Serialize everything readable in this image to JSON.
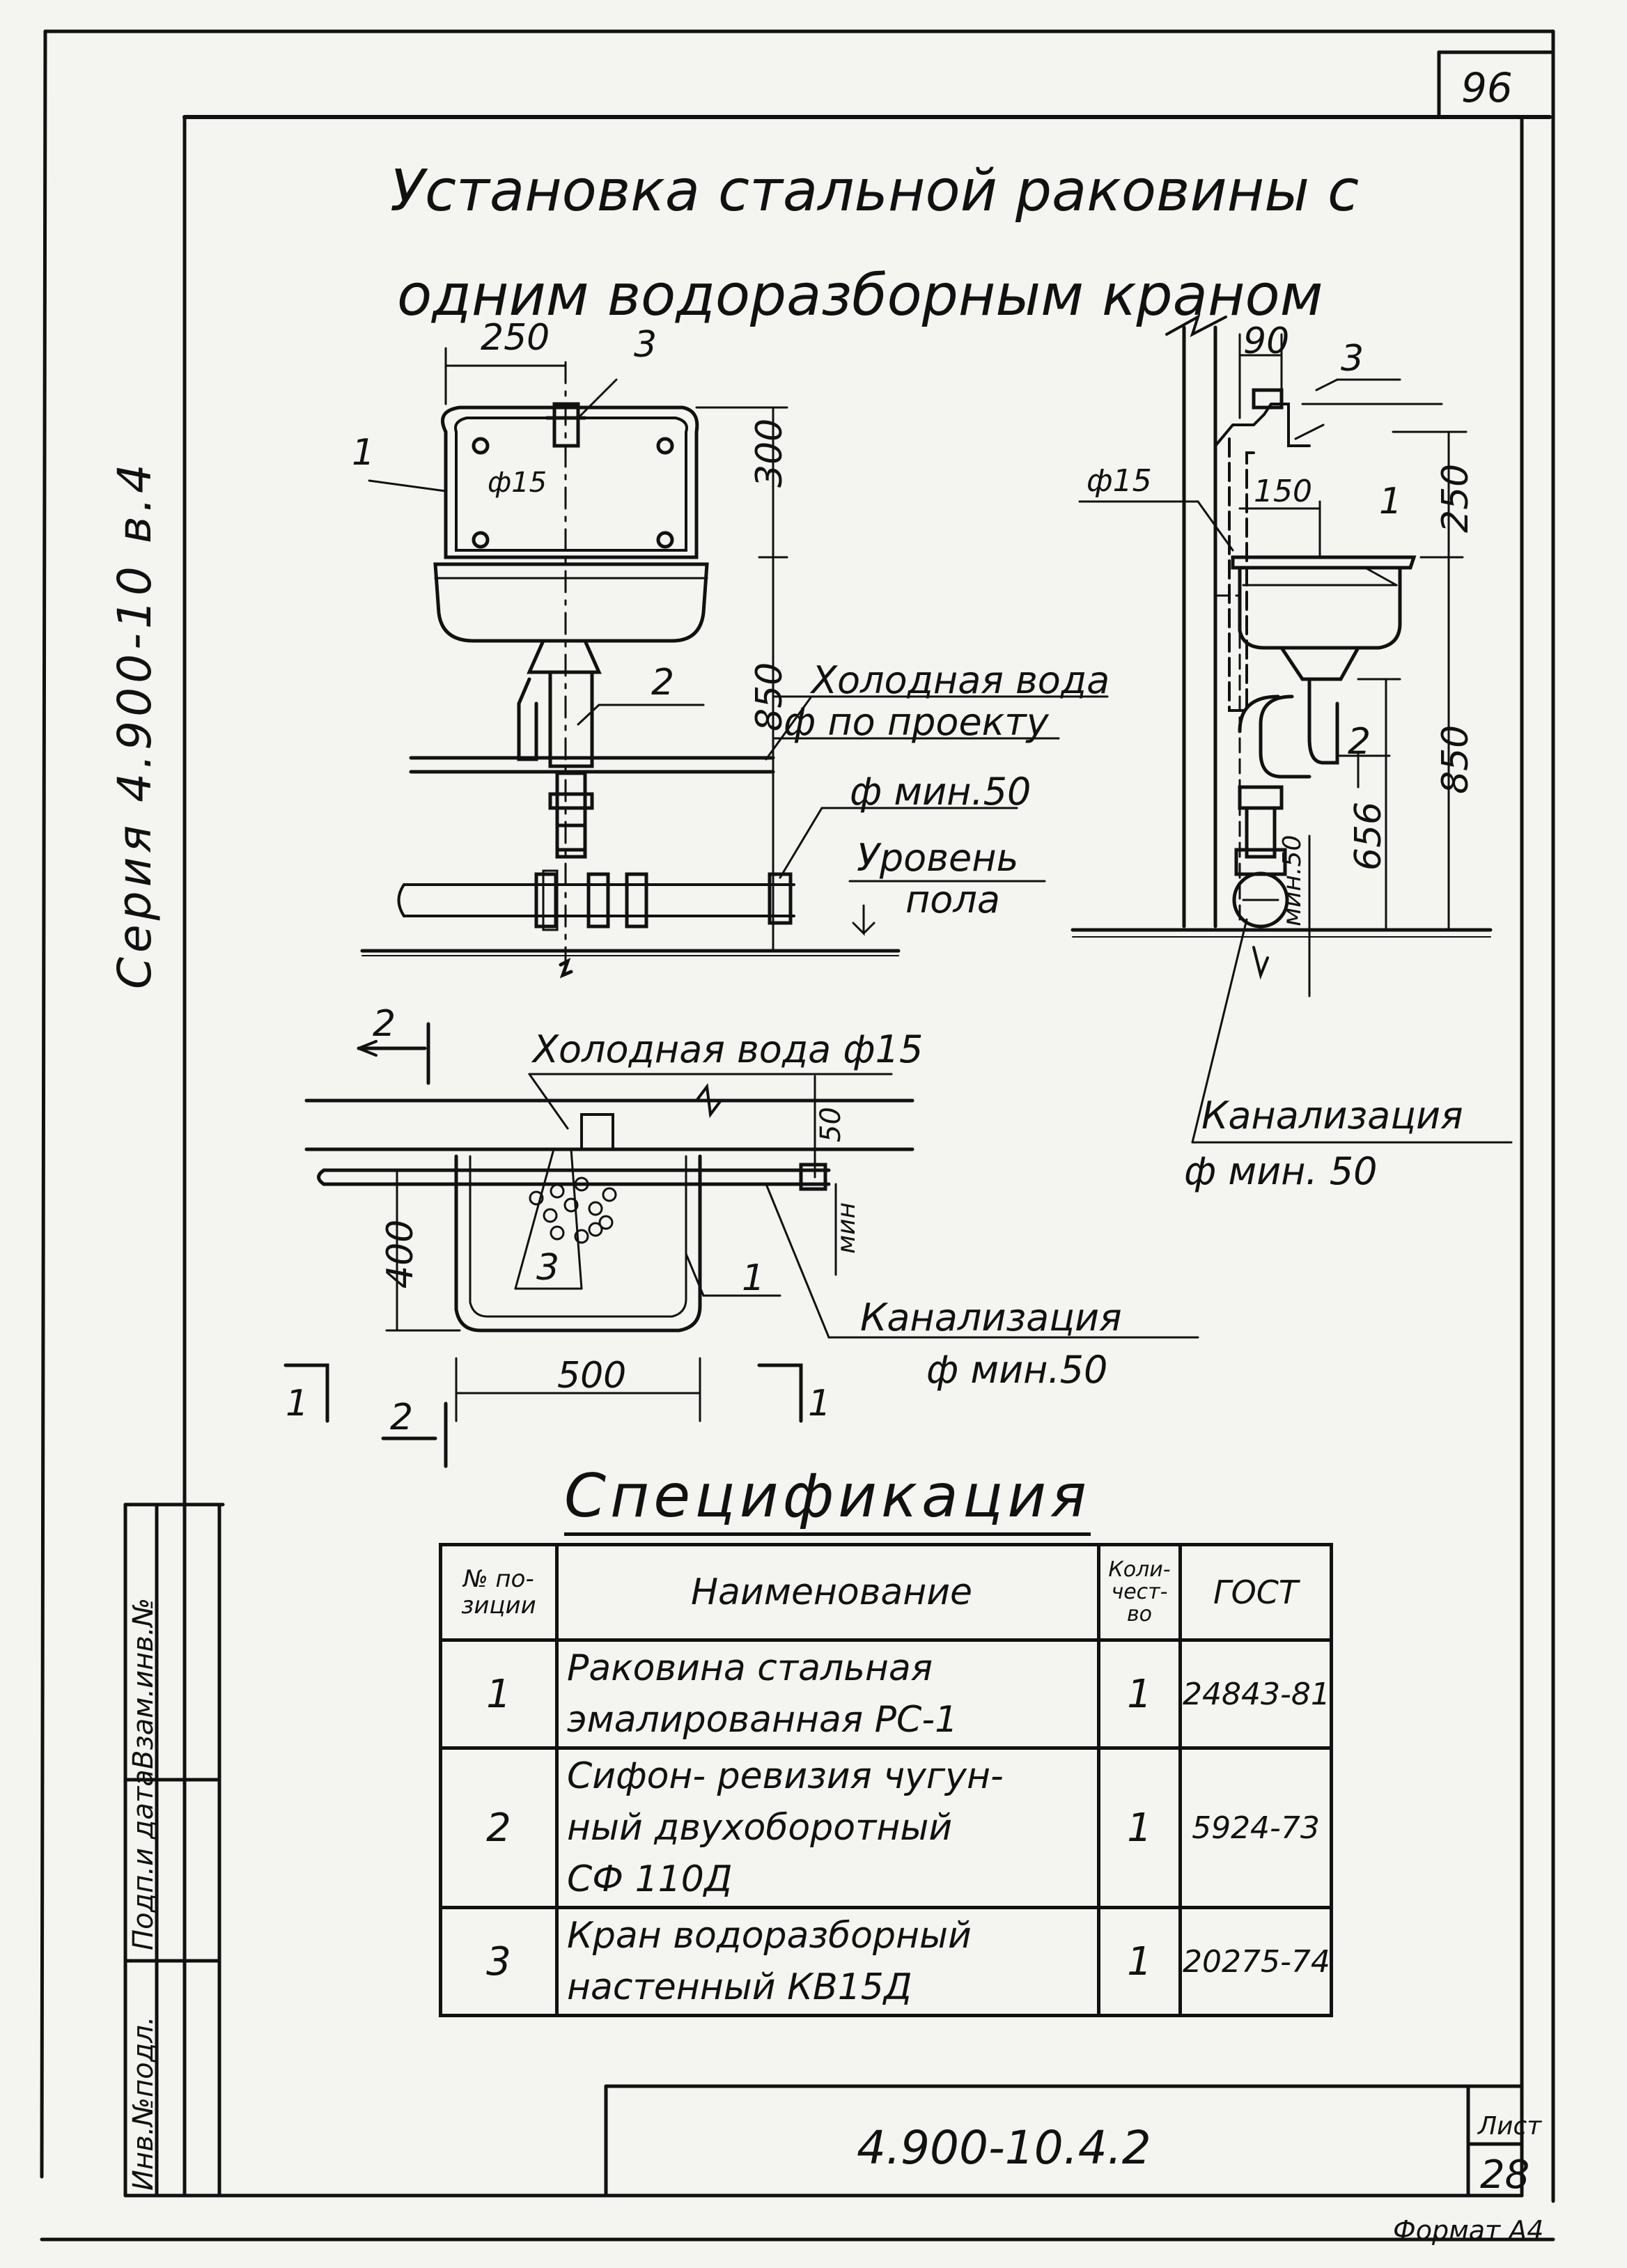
{
  "sheet_number": "96",
  "title": {
    "line1": "Установка стальной раковины с",
    "line2": "одним водоразборным краном"
  },
  "series_label": "Серия 4.900-10 в.4",
  "front_view": {
    "dim_width": "250",
    "dim_300": "300",
    "dim_850": "850",
    "pos1": "1",
    "pos2": "2",
    "pos3": "3",
    "diam_15": "ф15",
    "cold_water_label": "Холодная вода",
    "cold_water_diam": "ф по проекту",
    "drain_label": "ф мин.50",
    "floor_label_1": "Уровень",
    "floor_label_2": "пола"
  },
  "side_view": {
    "dim_90": "90",
    "dim_150": "150",
    "dim_250": "250",
    "dim_850": "850",
    "dim_656": "656",
    "dim_min50": "мин.50",
    "diam_15": "ф15",
    "pos1": "1",
    "pos2": "2",
    "pos3": "3",
    "sewer_label": "Канализация",
    "sewer_diam": "ф мин. 50"
  },
  "plan_view": {
    "cut_2_top": "2",
    "cut_2_bottom": "2",
    "cut_1_left": "1",
    "cut_1_right": "1",
    "cold_water_label": "Холодная вода ф15",
    "dim_50": "50",
    "dim_400": "400",
    "dim_500": "500",
    "dim_min": "мин",
    "pos1": "1",
    "pos3": "3",
    "sewer_label": "Канализация",
    "sewer_diam": "ф мин.50"
  },
  "spec": {
    "title": "Спецификация",
    "headers": {
      "pos": "№ по-зиции",
      "name": "Наименование",
      "qty": "Коли-чест-во",
      "gost": "ГОСТ"
    },
    "rows": [
      {
        "pos": "1",
        "name_lines": [
          "Раковина стальная",
          "эмалированная РС-1"
        ],
        "qty": "1",
        "gost": "24843-81"
      },
      {
        "pos": "2",
        "name_lines": [
          "Сифон- ревизия чугун-",
          "ный двухоборотный",
          "СФ 110Д"
        ],
        "qty": "1",
        "gost": "5924-73"
      },
      {
        "pos": "3",
        "name_lines": [
          "Кран водоразборный",
          "настенный КВ15Д"
        ],
        "qty": "1",
        "gost": "20275-74"
      }
    ]
  },
  "stamp": {
    "code": "4.900-10.4.2",
    "leaf_label": "Лист",
    "leaf_number": "28",
    "format": "Формат А4"
  },
  "side_column": {
    "inv_no": "Инв.№подл.",
    "sign_date": "Подп.и дата",
    "replace_inv": "Взам.инв.№"
  }
}
